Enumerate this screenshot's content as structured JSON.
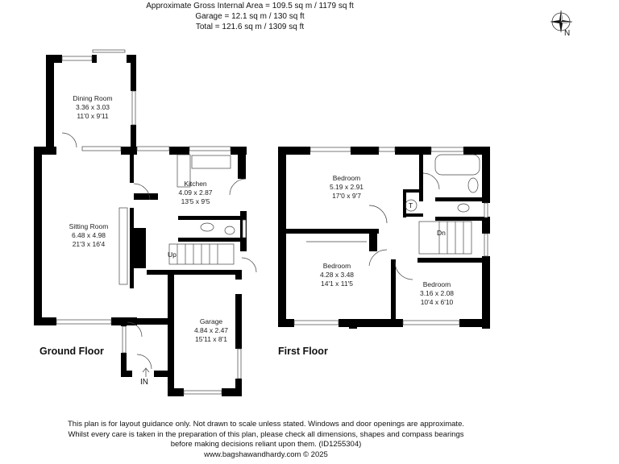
{
  "header": {
    "gross_area": "Approximate Gross Internal Area = 109.5 sq m / 1179 sq ft",
    "garage_area": "Garage = 12.1 sq m / 130 sq ft",
    "total_area": "Total = 121.6 sq m / 1309 sq ft"
  },
  "compass": {
    "label": "N",
    "icon": "compass-rose-icon"
  },
  "ground_floor": {
    "title": "Ground Floor",
    "rooms": [
      {
        "name": "Dining Room",
        "metric": "3.36 x 3.03",
        "imperial": "11'0 x 9'11"
      },
      {
        "name": "Kitchen",
        "metric": "4.09 x 2.87",
        "imperial": "13'5 x 9'5"
      },
      {
        "name": "Sitting Room",
        "metric": "6.48 x 4.98",
        "imperial": "21'3 x 16'4"
      },
      {
        "name": "Garage",
        "metric": "4.84 x 2.47",
        "imperial": "15'11 x 8'1"
      }
    ],
    "stairs_label": "Up",
    "entrance_label": "IN"
  },
  "first_floor": {
    "title": "First Floor",
    "rooms": [
      {
        "name": "Bedroom",
        "metric": "5.19 x 2.91",
        "imperial": "17'0 x 9'7"
      },
      {
        "name": "Bedroom",
        "metric": "4.28 x 3.48",
        "imperial": "14'1 x 11'5"
      },
      {
        "name": "Bedroom",
        "metric": "3.16 x 2.08",
        "imperial": "10'4 x 6'10"
      }
    ],
    "stairs_label": "Dn",
    "tank_label": "T"
  },
  "footer": {
    "line1": "This plan is for layout guidance only. Not drawn to scale unless stated. Windows and door openings are approximate.",
    "line2": "Whilst every care is taken in the preparation of this plan, please check all dimensions, shapes and compass bearings",
    "line3": "before making decisions reliant upon them. (ID1255304)",
    "line4": "www.bagshawandhardy.com © 2025"
  }
}
